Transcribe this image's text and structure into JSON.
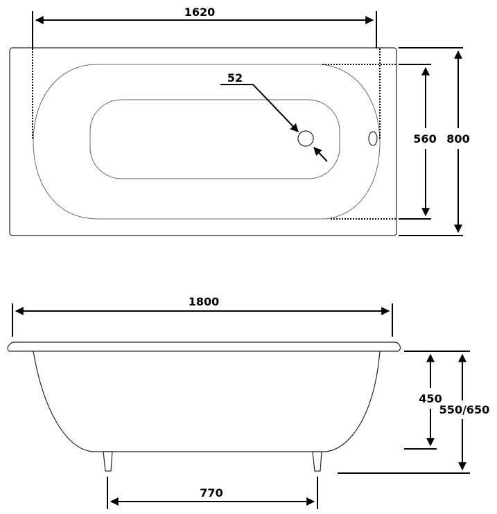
{
  "top_view": {
    "dimensions": {
      "inner_length": "1620",
      "drain_diameter": "52",
      "inner_width": "560",
      "outer_width": "800"
    }
  },
  "side_view": {
    "dimensions": {
      "outer_length": "1800",
      "depth": "450",
      "total_height": "550/650",
      "leg_spacing": "770"
    }
  }
}
